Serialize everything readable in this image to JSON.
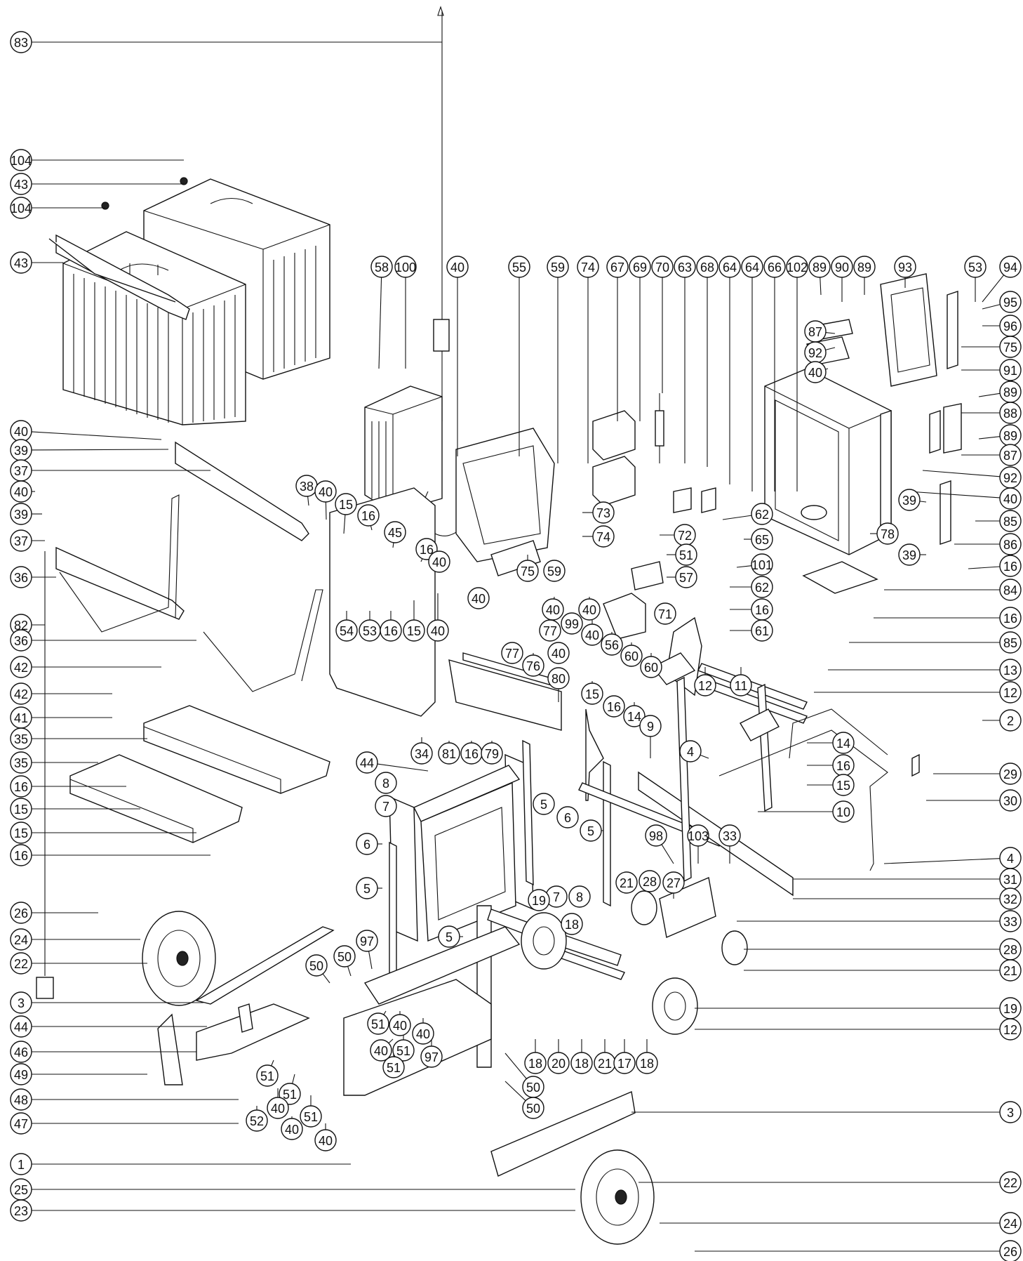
{
  "diagram": {
    "kind": "exploded parts view",
    "callouts": [
      {
        "id": "c1",
        "label": "83"
      },
      {
        "id": "c2",
        "label": "104"
      },
      {
        "id": "c3",
        "label": "43"
      },
      {
        "id": "c4",
        "label": "104"
      },
      {
        "id": "c5",
        "label": "43"
      },
      {
        "id": "c6",
        "label": "40"
      },
      {
        "id": "c7",
        "label": "39"
      },
      {
        "id": "c8",
        "label": "37"
      },
      {
        "id": "c9",
        "label": "40"
      },
      {
        "id": "c10",
        "label": "39"
      },
      {
        "id": "c11",
        "label": "37"
      },
      {
        "id": "c12",
        "label": "36"
      },
      {
        "id": "c13",
        "label": "82"
      },
      {
        "id": "c14",
        "label": "36"
      },
      {
        "id": "c15",
        "label": "42"
      },
      {
        "id": "c16",
        "label": "42"
      },
      {
        "id": "c17",
        "label": "41"
      },
      {
        "id": "c18",
        "label": "35"
      },
      {
        "id": "c19",
        "label": "35"
      },
      {
        "id": "c20",
        "label": "16"
      },
      {
        "id": "c21",
        "label": "15"
      },
      {
        "id": "c22",
        "label": "15"
      },
      {
        "id": "c23",
        "label": "16"
      },
      {
        "id": "c24",
        "label": "26"
      },
      {
        "id": "c25",
        "label": "24"
      },
      {
        "id": "c26",
        "label": "22"
      },
      {
        "id": "c27",
        "label": "3"
      },
      {
        "id": "c28",
        "label": "44"
      },
      {
        "id": "c29",
        "label": "46"
      },
      {
        "id": "c30",
        "label": "49"
      },
      {
        "id": "c31",
        "label": "48"
      },
      {
        "id": "c32",
        "label": "47"
      },
      {
        "id": "c33",
        "label": "1"
      },
      {
        "id": "c34",
        "label": "25"
      },
      {
        "id": "c35",
        "label": "23"
      },
      {
        "id": "c36",
        "label": "58"
      },
      {
        "id": "c37",
        "label": "100"
      },
      {
        "id": "c38",
        "label": "40"
      },
      {
        "id": "c39",
        "label": "55"
      },
      {
        "id": "c40",
        "label": "59"
      },
      {
        "id": "c41",
        "label": "74"
      },
      {
        "id": "c42",
        "label": "67"
      },
      {
        "id": "c43",
        "label": "69"
      },
      {
        "id": "c44",
        "label": "70"
      },
      {
        "id": "c45",
        "label": "63"
      },
      {
        "id": "c46",
        "label": "68"
      },
      {
        "id": "c47",
        "label": "64"
      },
      {
        "id": "c48",
        "label": "64"
      },
      {
        "id": "c49",
        "label": "66"
      },
      {
        "id": "c50",
        "label": "102"
      },
      {
        "id": "c51",
        "label": "89"
      },
      {
        "id": "c52",
        "label": "90"
      },
      {
        "id": "c53",
        "label": "89"
      },
      {
        "id": "c54",
        "label": "93"
      },
      {
        "id": "c55",
        "label": "53"
      },
      {
        "id": "c56",
        "label": "94"
      },
      {
        "id": "c57",
        "label": "95"
      },
      {
        "id": "c58",
        "label": "96"
      },
      {
        "id": "c59",
        "label": "75"
      },
      {
        "id": "c60",
        "label": "91"
      },
      {
        "id": "c61",
        "label": "87"
      },
      {
        "id": "c62",
        "label": "92"
      },
      {
        "id": "c63",
        "label": "40"
      },
      {
        "id": "c64",
        "label": "89"
      },
      {
        "id": "c65",
        "label": "88"
      },
      {
        "id": "c66",
        "label": "89"
      },
      {
        "id": "c67",
        "label": "87"
      },
      {
        "id": "c68",
        "label": "92"
      },
      {
        "id": "c69",
        "label": "40"
      },
      {
        "id": "c70",
        "label": "39"
      },
      {
        "id": "c71",
        "label": "85"
      },
      {
        "id": "c72",
        "label": "86"
      },
      {
        "id": "c73",
        "label": "39"
      },
      {
        "id": "c74",
        "label": "16"
      },
      {
        "id": "c75",
        "label": "78"
      },
      {
        "id": "c76",
        "label": "84"
      },
      {
        "id": "c77",
        "label": "16"
      },
      {
        "id": "c78",
        "label": "85"
      },
      {
        "id": "c79",
        "label": "38"
      },
      {
        "id": "c80",
        "label": "40"
      },
      {
        "id": "c81",
        "label": "15"
      },
      {
        "id": "c82",
        "label": "16"
      },
      {
        "id": "c83",
        "label": "45"
      },
      {
        "id": "c84",
        "label": "16"
      },
      {
        "id": "c85",
        "label": "40"
      },
      {
        "id": "c86",
        "label": "54"
      },
      {
        "id": "c87",
        "label": "53"
      },
      {
        "id": "c88",
        "label": "16"
      },
      {
        "id": "c89",
        "label": "15"
      },
      {
        "id": "c90",
        "label": "40"
      },
      {
        "id": "c91",
        "label": "75"
      },
      {
        "id": "c92",
        "label": "59"
      },
      {
        "id": "c93",
        "label": "40"
      },
      {
        "id": "c94",
        "label": "73"
      },
      {
        "id": "c95",
        "label": "74"
      },
      {
        "id": "c96",
        "label": "72"
      },
      {
        "id": "c97",
        "label": "51"
      },
      {
        "id": "c98",
        "label": "57"
      },
      {
        "id": "c99",
        "label": "62"
      },
      {
        "id": "c100",
        "label": "65"
      },
      {
        "id": "c101",
        "label": "101"
      },
      {
        "id": "c102",
        "label": "62"
      },
      {
        "id": "c103",
        "label": "16"
      },
      {
        "id": "c104",
        "label": "61"
      },
      {
        "id": "c105",
        "label": "71"
      },
      {
        "id": "c106",
        "label": "40"
      },
      {
        "id": "c107",
        "label": "40"
      },
      {
        "id": "c108",
        "label": "77"
      },
      {
        "id": "c109",
        "label": "99"
      },
      {
        "id": "c110",
        "label": "40"
      },
      {
        "id": "c111",
        "label": "56"
      },
      {
        "id": "c112",
        "label": "60"
      },
      {
        "id": "c113",
        "label": "60"
      },
      {
        "id": "c114",
        "label": "40"
      },
      {
        "id": "c115",
        "label": "77"
      },
      {
        "id": "c116",
        "label": "76"
      },
      {
        "id": "c117",
        "label": "80"
      },
      {
        "id": "c118",
        "label": "15"
      },
      {
        "id": "c119",
        "label": "16"
      },
      {
        "id": "c120",
        "label": "14"
      },
      {
        "id": "c121",
        "label": "12"
      },
      {
        "id": "c122",
        "label": "11"
      },
      {
        "id": "c123",
        "label": "13"
      },
      {
        "id": "c124",
        "label": "12"
      },
      {
        "id": "c125",
        "label": "2"
      },
      {
        "id": "c126",
        "label": "14"
      },
      {
        "id": "c127",
        "label": "16"
      },
      {
        "id": "c128",
        "label": "15"
      },
      {
        "id": "c129",
        "label": "29"
      },
      {
        "id": "c130",
        "label": "30"
      },
      {
        "id": "c131",
        "label": "10"
      },
      {
        "id": "c132",
        "label": "4"
      },
      {
        "id": "c133",
        "label": "9"
      },
      {
        "id": "c134",
        "label": "34"
      },
      {
        "id": "c135",
        "label": "81"
      },
      {
        "id": "c136",
        "label": "16"
      },
      {
        "id": "c137",
        "label": "79"
      },
      {
        "id": "c138",
        "label": "44"
      },
      {
        "id": "c139",
        "label": "8"
      },
      {
        "id": "c140",
        "label": "7"
      },
      {
        "id": "c141",
        "label": "5"
      },
      {
        "id": "c142",
        "label": "6"
      },
      {
        "id": "c143",
        "label": "5"
      },
      {
        "id": "c144",
        "label": "6"
      },
      {
        "id": "c145",
        "label": "5"
      },
      {
        "id": "c146",
        "label": "5"
      },
      {
        "id": "c147",
        "label": "7"
      },
      {
        "id": "c148",
        "label": "8"
      },
      {
        "id": "c149",
        "label": "19"
      },
      {
        "id": "c150",
        "label": "18"
      },
      {
        "id": "c151",
        "label": "98"
      },
      {
        "id": "c152",
        "label": "103"
      },
      {
        "id": "c153",
        "label": "33"
      },
      {
        "id": "c154",
        "label": "21"
      },
      {
        "id": "c155",
        "label": "28"
      },
      {
        "id": "c156",
        "label": "27"
      },
      {
        "id": "c157",
        "label": "4"
      },
      {
        "id": "c158",
        "label": "31"
      },
      {
        "id": "c159",
        "label": "32"
      },
      {
        "id": "c160",
        "label": "33"
      },
      {
        "id": "c161",
        "label": "28"
      },
      {
        "id": "c162",
        "label": "21"
      },
      {
        "id": "c163",
        "label": "19"
      },
      {
        "id": "c164",
        "label": "12"
      },
      {
        "id": "c165",
        "label": "18"
      },
      {
        "id": "c166",
        "label": "20"
      },
      {
        "id": "c167",
        "label": "18"
      },
      {
        "id": "c168",
        "label": "21"
      },
      {
        "id": "c169",
        "label": "17"
      },
      {
        "id": "c170",
        "label": "18"
      },
      {
        "id": "c171",
        "label": "50"
      },
      {
        "id": "c172",
        "label": "97"
      },
      {
        "id": "c173",
        "label": "50"
      },
      {
        "id": "c174",
        "label": "51"
      },
      {
        "id": "c175",
        "label": "40"
      },
      {
        "id": "c176",
        "label": "40"
      },
      {
        "id": "c177",
        "label": "51"
      },
      {
        "id": "c178",
        "label": "97"
      },
      {
        "id": "c179",
        "label": "40"
      },
      {
        "id": "c180",
        "label": "51"
      },
      {
        "id": "c181",
        "label": "50"
      },
      {
        "id": "c182",
        "label": "50"
      },
      {
        "id": "c183",
        "label": "51"
      },
      {
        "id": "c184",
        "label": "51"
      },
      {
        "id": "c185",
        "label": "40"
      },
      {
        "id": "c186",
        "label": "51"
      },
      {
        "id": "c187",
        "label": "52"
      },
      {
        "id": "c188",
        "label": "40"
      },
      {
        "id": "c189",
        "label": "40"
      },
      {
        "id": "c190",
        "label": "3"
      },
      {
        "id": "c191",
        "label": "22"
      },
      {
        "id": "c192",
        "label": "24"
      },
      {
        "id": "c193",
        "label": "26"
      }
    ]
  }
}
